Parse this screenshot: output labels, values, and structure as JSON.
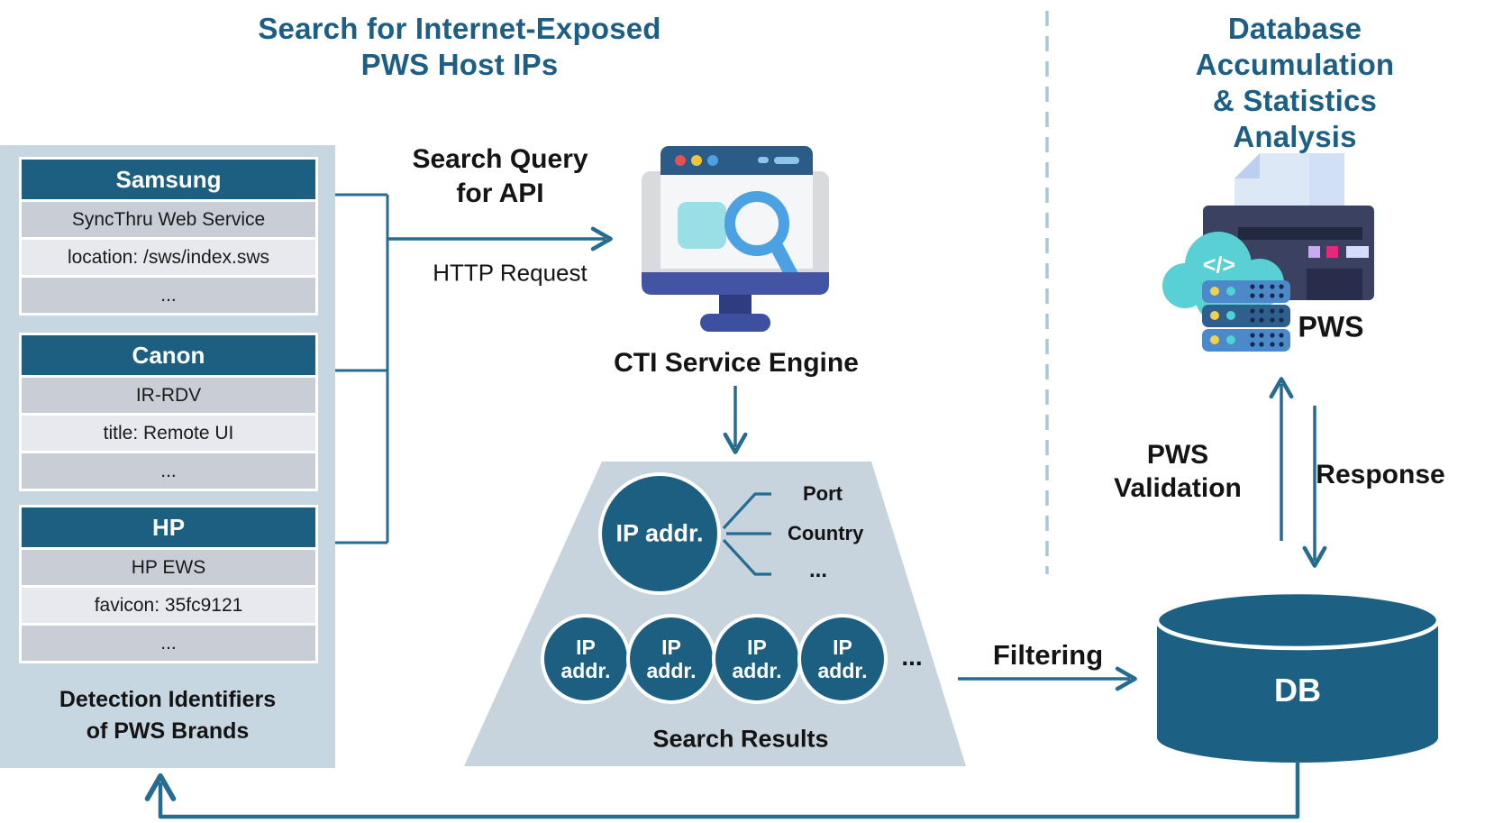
{
  "titles": {
    "left_line1": "Search for Internet-Exposed",
    "left_line2": "PWS Host IPs",
    "right_line1": "Database Accumulation",
    "right_line2": "& Statistics Analysis"
  },
  "brand_panel": {
    "caption_line1": "Detection Identifiers",
    "caption_line2": "of PWS Brands",
    "brands": [
      {
        "name": "Samsung",
        "rows": [
          "SyncThru Web Service",
          "location: /sws/index.sws",
          "..."
        ]
      },
      {
        "name": "Canon",
        "rows": [
          "IR-RDV",
          "title: Remote UI",
          "..."
        ]
      },
      {
        "name": "HP",
        "rows": [
          "HP EWS",
          "favicon: 35fc9121",
          "..."
        ]
      }
    ]
  },
  "flow": {
    "search_query_line1": "Search Query",
    "search_query_line2": "for API",
    "http_request": "HTTP Request",
    "cti_label": "CTI Service Engine",
    "filtering": "Filtering",
    "pws_validation_line1": "PWS",
    "pws_validation_line2": "Validation",
    "response": "Response",
    "pws_label": "PWS",
    "db_label": "DB"
  },
  "search_results": {
    "label": "Search Results",
    "big_circle_label": "IP addr.",
    "attributes": [
      "Port",
      "Country",
      "..."
    ],
    "small_circle_line1": "IP",
    "small_circle_line2": "addr.",
    "more": "..."
  },
  "icons": {
    "cloud_code_glyph": "</>"
  },
  "colors": {
    "title_teal": "#1d5f84",
    "node_teal": "#1c5f81",
    "db_teal": "#1c6183",
    "arrow": "#266c90",
    "panel_bg": "#c6d7e2",
    "trapezoid_bg": "#c7d4de",
    "row_gray": "#c9ced6",
    "row_light": "#e7e9ee",
    "monitor_bar_blue": "#2b5c88",
    "monitor_stand_indigo": "#4254a3",
    "printer_navy": "#3b4160",
    "cloud_teal": "#59d0d3",
    "magenta_button": "#e8267a"
  }
}
